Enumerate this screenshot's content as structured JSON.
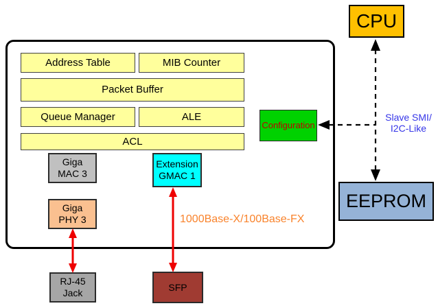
{
  "diagram": {
    "kind": "block-diagram",
    "subject": "Ethernet switch chip architecture"
  },
  "chip": {
    "blocks": {
      "address_table": {
        "label": "Address Table",
        "bg": "#FFFF9C"
      },
      "mib_counter": {
        "label": "MIB Counter",
        "bg": "#FFFF9C"
      },
      "packet_buffer": {
        "label": "Packet Buffer",
        "bg": "#FFFF9C"
      },
      "queue_manager": {
        "label": "Queue Manager",
        "bg": "#FFFF9C"
      },
      "ale": {
        "label": "ALE",
        "bg": "#FFFF9C"
      },
      "acl": {
        "label": "ACL",
        "bg": "#FFFF9C"
      },
      "giga_mac_3": {
        "label": "Giga\nMAC 3",
        "bg": "#C0C0C0"
      },
      "extension_gmac_1": {
        "label": "Extension\nGMAC 1",
        "bg": "#00FFFF"
      },
      "giga_phy_3": {
        "label": "Giga\nPHY 3",
        "bg": "#FAC090"
      },
      "configuration": {
        "label": "Configuration",
        "bg": "#00D200",
        "text_color": "#C00000"
      }
    }
  },
  "external_blocks": {
    "cpu": {
      "label": "CPU",
      "bg": "#FFC000"
    },
    "eeprom": {
      "label": "EEPROM",
      "bg": "#95B3D7"
    },
    "rj45_jack": {
      "label": "RJ-45\nJack",
      "bg": "#A6A6A6"
    },
    "sfp": {
      "label": "SFP",
      "bg": "#A03B32"
    }
  },
  "annotations": {
    "slave_smi": {
      "text": "Slave SMI/\nI2C-Like",
      "color": "#3535E8"
    },
    "fiber_label": {
      "text": "1000Base-X/100Base-FX",
      "color": "#F9832C"
    }
  },
  "connections": {
    "cpu_eeprom": {
      "from": "CPU",
      "to": "EEPROM",
      "style": "dashed",
      "arrowheads": "both",
      "color": "#000000"
    },
    "bus_to_config": {
      "from": "SMI/I2C bus",
      "to": "Configuration",
      "style": "dashed",
      "arrowheads": "end",
      "color": "#000000"
    },
    "phy3_rj45": {
      "from": "Giga PHY 3",
      "to": "RJ-45 Jack",
      "style": "solid",
      "arrowheads": "both",
      "color": "#EE0000"
    },
    "gmac1_sfp": {
      "from": "Extension GMAC 1",
      "to": "SFP",
      "style": "solid",
      "arrowheads": "both",
      "color": "#EE0000"
    }
  }
}
